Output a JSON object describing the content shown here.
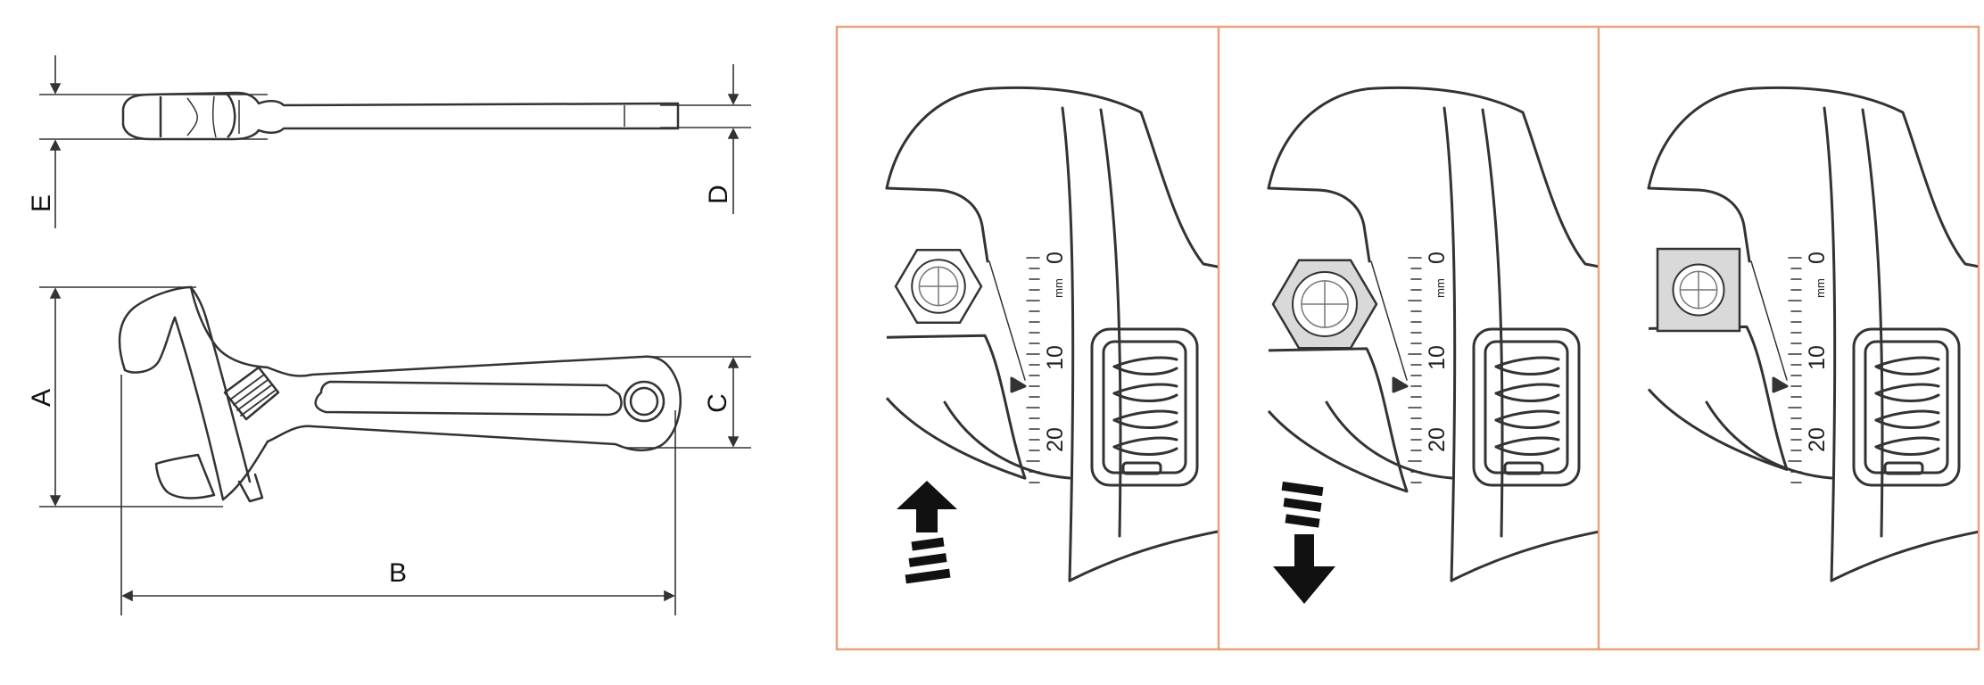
{
  "dimensions": {
    "labels": {
      "a": "A",
      "b": "B",
      "c": "C",
      "d": "D",
      "e": "E"
    }
  },
  "steps": [
    {
      "scale": [
        "0",
        "10",
        "20"
      ],
      "unit": "mm",
      "arrow": "up"
    },
    {
      "scale": [
        "0",
        "10",
        "20"
      ],
      "unit": "mm",
      "arrow": "down"
    },
    {
      "scale": [
        "0",
        "10",
        "20"
      ],
      "unit": "mm",
      "arrow": "none"
    }
  ],
  "colors": {
    "panel_border": "#E8A27E",
    "line": "#333333",
    "nut_fill": "#D9D9D9",
    "arrow": "#111111"
  }
}
